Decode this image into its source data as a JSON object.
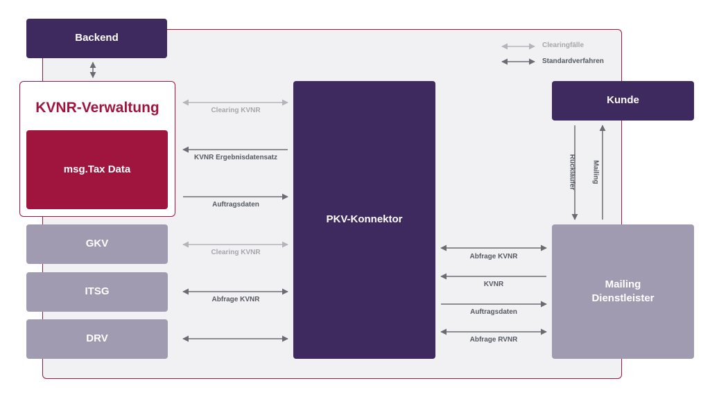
{
  "boxes": {
    "backend": "Backend",
    "kvnr_verwaltung": "KVNR-Verwaltung",
    "msg_tax_data": "msg.Tax Data",
    "gkv": "GKV",
    "itsg": "ITSG",
    "drv": "DRV",
    "pkv_konnektor": "PKV-Konnektor",
    "kunde": "Kunde",
    "mailing_dienstleister_line1": "Mailing",
    "mailing_dienstleister_line2": "Dienstleister"
  },
  "legend": {
    "clearing": "Clearingfälle",
    "standard": "Standardverfahren"
  },
  "left_edges": {
    "clearing_kvnr_top": "Clearing KVNR",
    "kvnr_ergebnisdatensatz": "KVNR Ergebnisdatensatz",
    "auftragsdaten": "Auftragsdaten",
    "clearing_kvnr_gkv": "Clearing KVNR",
    "abfrage_kvnr_itsg": "Abfrage KVNR"
  },
  "right_edges": {
    "abfrage_kvnr": "Abfrage KVNR",
    "kvnr": "KVNR",
    "auftragsdaten": "Auftragsdaten",
    "abfrage_rvnr": "Abfrage RVNR"
  },
  "vertical_edges": {
    "ruecklaeufer": "Rückläufer",
    "mailing": "Mailing"
  },
  "colors": {
    "dark_purple": "#3f2a5f",
    "grey_purple": "#a19bb1",
    "crimson": "#a0153e",
    "arrow_dark": "#6b6b73",
    "arrow_light": "#b4b4bb"
  }
}
